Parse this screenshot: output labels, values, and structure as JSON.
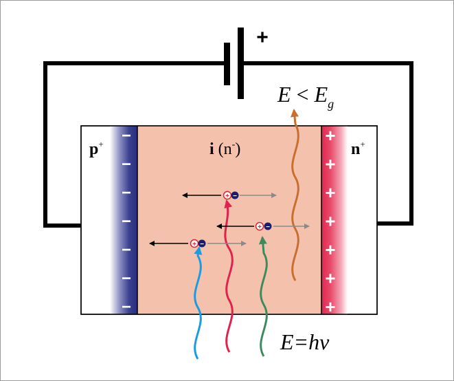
{
  "labels": {
    "p_region": "p",
    "p_sup": "+",
    "n_region": "n",
    "n_sup": "+",
    "i_region": "i",
    "i_paren": "(n",
    "i_sup": "-",
    "i_close": ")",
    "battery_plus": "+",
    "photon_low_E": "E",
    "photon_low_lt": "<",
    "photon_low_Eg": "E",
    "photon_low_g": "g",
    "photon_energy": "E=hν"
  },
  "charges": {
    "negative_symbol": "−",
    "positive_symbol": "+",
    "left_count": 7,
    "right_count": 7
  },
  "colors": {
    "intrinsic": "#f4c1ad",
    "p_depletion": "#2b2f7d",
    "n_depletion": "#e22b53",
    "wire": "#000000",
    "photon_blue": "#1b9be0",
    "photon_red": "#e0234d",
    "photon_green": "#3e8a5c",
    "photon_orange": "#c86e2f",
    "hole": "#e0232a",
    "electron": "#1a1d6b"
  },
  "icons": {
    "battery": "battery-icon",
    "hole": "hole-icon",
    "electron": "electron-icon",
    "photon": "photon-wave-icon",
    "arrow": "arrow-icon"
  }
}
